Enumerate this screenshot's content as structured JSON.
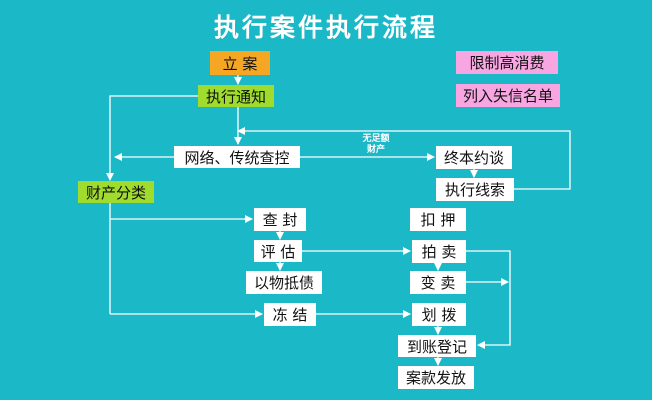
{
  "title": "执行案件执行流程",
  "nodes": {
    "lian": "立  案",
    "zhixing_tongzhi": "执行通知",
    "wangluo_chakong": "网络、传统查控",
    "caichan_fenlei": "财产分类",
    "zhongben_yuetan": "终本约谈",
    "zhixing_xiansuo": "执行线索",
    "chafeng": "查  封",
    "pinggu": "评  估",
    "yiwu_dizhai": "以物抵债",
    "dongjie": "冻  结",
    "kouya": "扣  押",
    "paimai": "拍  卖",
    "biànmai": "变  卖",
    "huabo": "划  拨",
    "daozhang_dengji": "到账登记",
    "ankuan_fafang": "案款发放",
    "xianzhi_gaoxiaofei": "限制高消费",
    "lieru_shixin": "列入失信名单"
  },
  "edge_labels": {
    "wuzu_caichan": "无足额\n财产"
  },
  "colors": {
    "background": "#1bb8c8",
    "line": "#ffffff",
    "orange": "#f5a623",
    "green": "#9fdc2e",
    "pink": "#f7a6e2",
    "white_box": "#ffffff"
  }
}
